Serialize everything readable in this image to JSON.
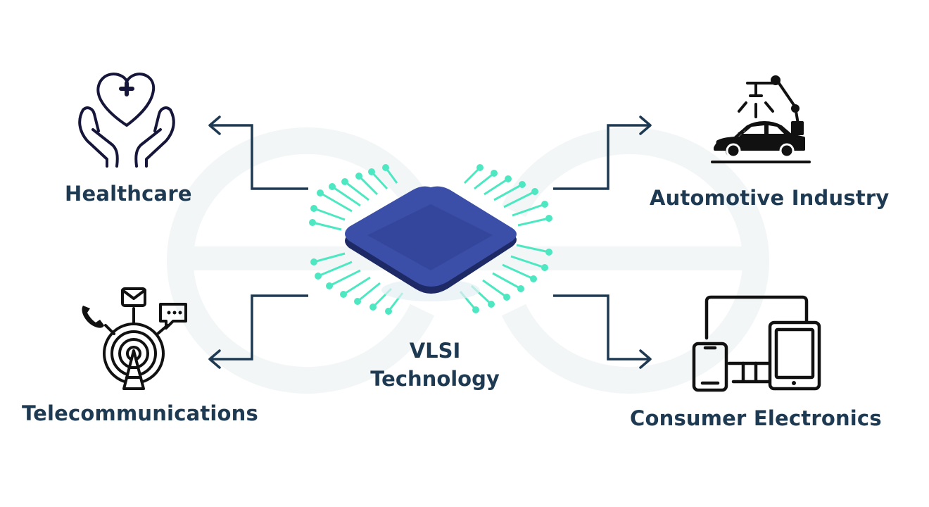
{
  "center": {
    "line1": "VLSI",
    "line2": "Technology"
  },
  "applications": {
    "healthcare": "Healthcare",
    "automotive": "Automotive Industry",
    "telecom": "Telecommunications",
    "consumer": "Consumer Electronics"
  },
  "colors": {
    "text": "#1e3a52",
    "arrow": "#1e3a52",
    "icon": "#16163a",
    "chip_top": "#3b4fa8",
    "chip_side": "#1d2a66",
    "pins": "#4de8c2",
    "watermark": "#f2f5f6"
  },
  "icons": {
    "healthcare": "heart-in-hands-icon",
    "automotive": "robot-arm-car-icon",
    "telecom": "antenna-tower-icon",
    "consumer": "devices-icon",
    "center": "microchip-icon"
  }
}
